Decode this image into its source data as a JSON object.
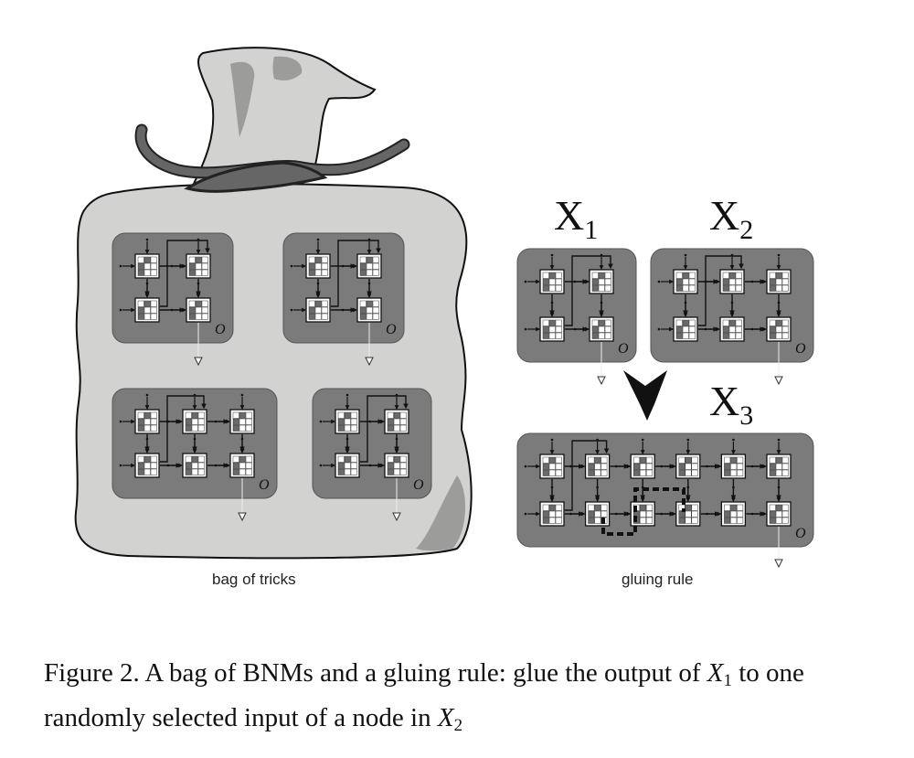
{
  "labels": {
    "bag": "bag of tricks",
    "glue": "gluing rule",
    "x1_letter": "X",
    "x1_sub": "1",
    "x2_letter": "X",
    "x2_sub": "2",
    "x3_letter": "X",
    "x3_sub": "3",
    "output_symbol": "O"
  },
  "caption": {
    "prefix": "Figure 2.  A bag of BNMs and a gluing rule: glue the output of ",
    "var1": "X",
    "sub1": "1",
    "middle": " to one randomly selected input of a node in ",
    "var2": "X",
    "sub2": "2"
  },
  "colors": {
    "bag": "#d2d2d0",
    "bag_shade": "#9c9c9a",
    "rope": "#555555",
    "panel": "#7b7b7b",
    "node_fill": "#ffffff",
    "wire": "#111111"
  }
}
